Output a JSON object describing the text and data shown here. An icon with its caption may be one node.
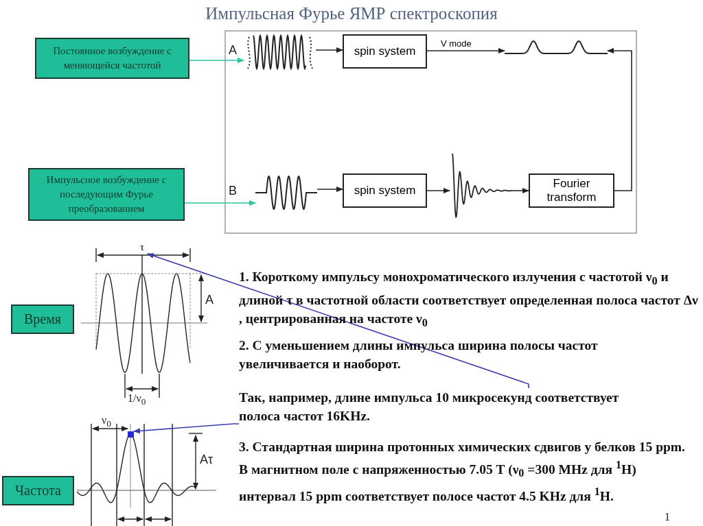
{
  "diagram": {
    "title": "Импульсная Фурье ЯМР спектроскопия",
    "nodes": [
      {
        "text": [
          "Постоянное возбуждение с меняющейся частотой"
        ]
      },
      {
        "text": [],
        "shape": "wave"
      },
      {
        "text": [
          "spin system"
        ]
      },
      {
        "text": [],
        "shape": "wave"
      },
      {
        "text": [
          "Импульсное возбуждение с последующим Фурье преобразованием"
        ]
      },
      {
        "text": [],
        "shape": "wave"
      },
      {
        "text": [
          "spin system"
        ]
      },
      {
        "text": [],
        "shape": "wave"
      },
      {
        "text": [
          "Fourier transform"
        ]
      },
      {
        "text": [
          "τ"
        ]
      },
      {
        "text": [
          "Время"
        ]
      },
      {
        "text": [
          "Так, например, длине импульса 10 микросекунд соответствует полоса частот 16KHz."
        ]
      },
      {
        "text": [],
        "shape": "box"
      },
      {
        "text": [
          "Частота"
        ]
      }
    ],
    "edges": [
      {
        "from": 0,
        "to": 1,
        "arrow": "to",
        "color": "#2ec4a0"
      },
      {
        "from": 1,
        "to": 2,
        "arrow": "to"
      },
      {
        "from": 2,
        "to": 3,
        "arrow": "to",
        "label": "V mode"
      },
      {
        "from": 4,
        "to": 5,
        "arrow": "to",
        "color": "#2ec4a0"
      },
      {
        "from": 5,
        "to": 6,
        "arrow": "to"
      },
      {
        "from": 6,
        "to": 7,
        "arrow": "to"
      },
      {
        "from": 7,
        "to": 8,
        "arrow": "to"
      },
      {
        "from": 8,
        "to": 3,
        "arrow": "to"
      },
      {
        "from": 11,
        "to": 9,
        "arrow": "to",
        "color": "#3b3bb0"
      },
      {
        "from": 11,
        "to": 12,
        "arrow": "to",
        "color": "#3b3bb0"
      }
    ],
    "labels": [
      "A",
      "B",
      "A",
      "1. Короткому импульсу монохроматического излучения с частотой ν$_{0}$ и длиной τ в частотной области соответствует определенная полоса частот Δν , центрированная на частоте ν$_{0}$",
      "2. С уменьшением длины импульса ширина полосы частот увеличивается и наоборот.",
      "1/ν$_{0}$",
      "ν$_{0}$",
      "3. Стандартная ширина протонных химических сдвигов у белков 15 ppm. В магнитном поле с напряженностью 7.05 T (ν$_{0}$ =300 MHz для $^{1}$H) интервал 15 ppm соответствует полосе частот 4.5 KHz для $^{1}$H.",
      "Aτ",
      "1"
    ]
  }
}
